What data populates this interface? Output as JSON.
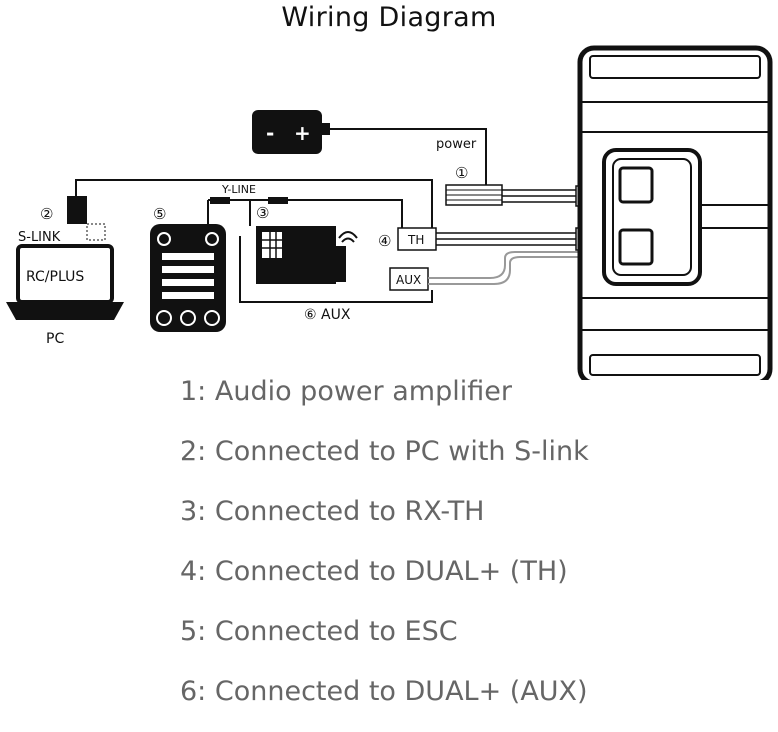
{
  "title": "Wiring Diagram",
  "diagram": {
    "labels": {
      "power": "power",
      "y_line": "Y-LINE",
      "s_link": "S-LINK",
      "rc_plus": "RC/PLUS",
      "pc": "PC",
      "th": "TH",
      "aux_box": "AUX",
      "aux_line": "⑥ AUX",
      "n1": "①",
      "n2": "②",
      "n3": "③",
      "n4": "④",
      "n5": "⑤",
      "battery_minus": "-",
      "battery_plus": "+"
    }
  },
  "legend": [
    "1: Audio power amplifier",
    "2: Connected to PC with S-link",
    "3: Connected to RX-TH",
    "4: Connected to DUAL+ (TH)",
    "5: Connected to ESC",
    "6: Connected to DUAL+ (AUX)"
  ]
}
